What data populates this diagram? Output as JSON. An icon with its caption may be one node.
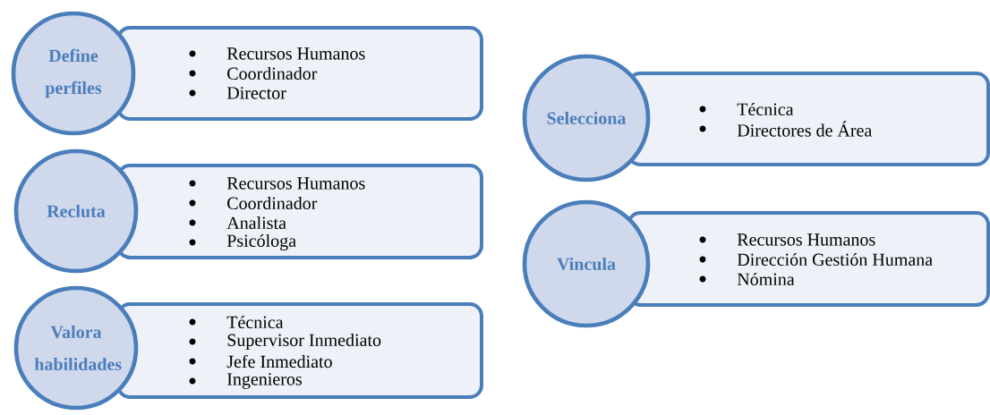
{
  "diagram": {
    "nodes": [
      {
        "text": [
          "Define perfiles"
        ]
      },
      {
        "text": [
          "Recursos Humanos",
          "Coordinador",
          "Director"
        ]
      },
      {
        "text": [
          "Recluta"
        ]
      },
      {
        "text": [
          "Recursos Humanos",
          "Coordinador",
          "Analista",
          "Psicóloga"
        ]
      },
      {
        "text": [
          "Valora habilidades"
        ]
      },
      {
        "text": [
          "Técnica",
          "Supervisor Inmediato",
          "Jefe Inmediato",
          "Ingenieros"
        ]
      },
      {
        "text": [
          "Selecciona"
        ]
      },
      {
        "text": [
          "Técnica",
          "Directores de Área"
        ]
      },
      {
        "text": [
          "Vincula"
        ]
      },
      {
        "text": [
          "Recursos Humanos",
          "Dirección Gestión Humana",
          "Nómina"
        ]
      }
    ]
  }
}
